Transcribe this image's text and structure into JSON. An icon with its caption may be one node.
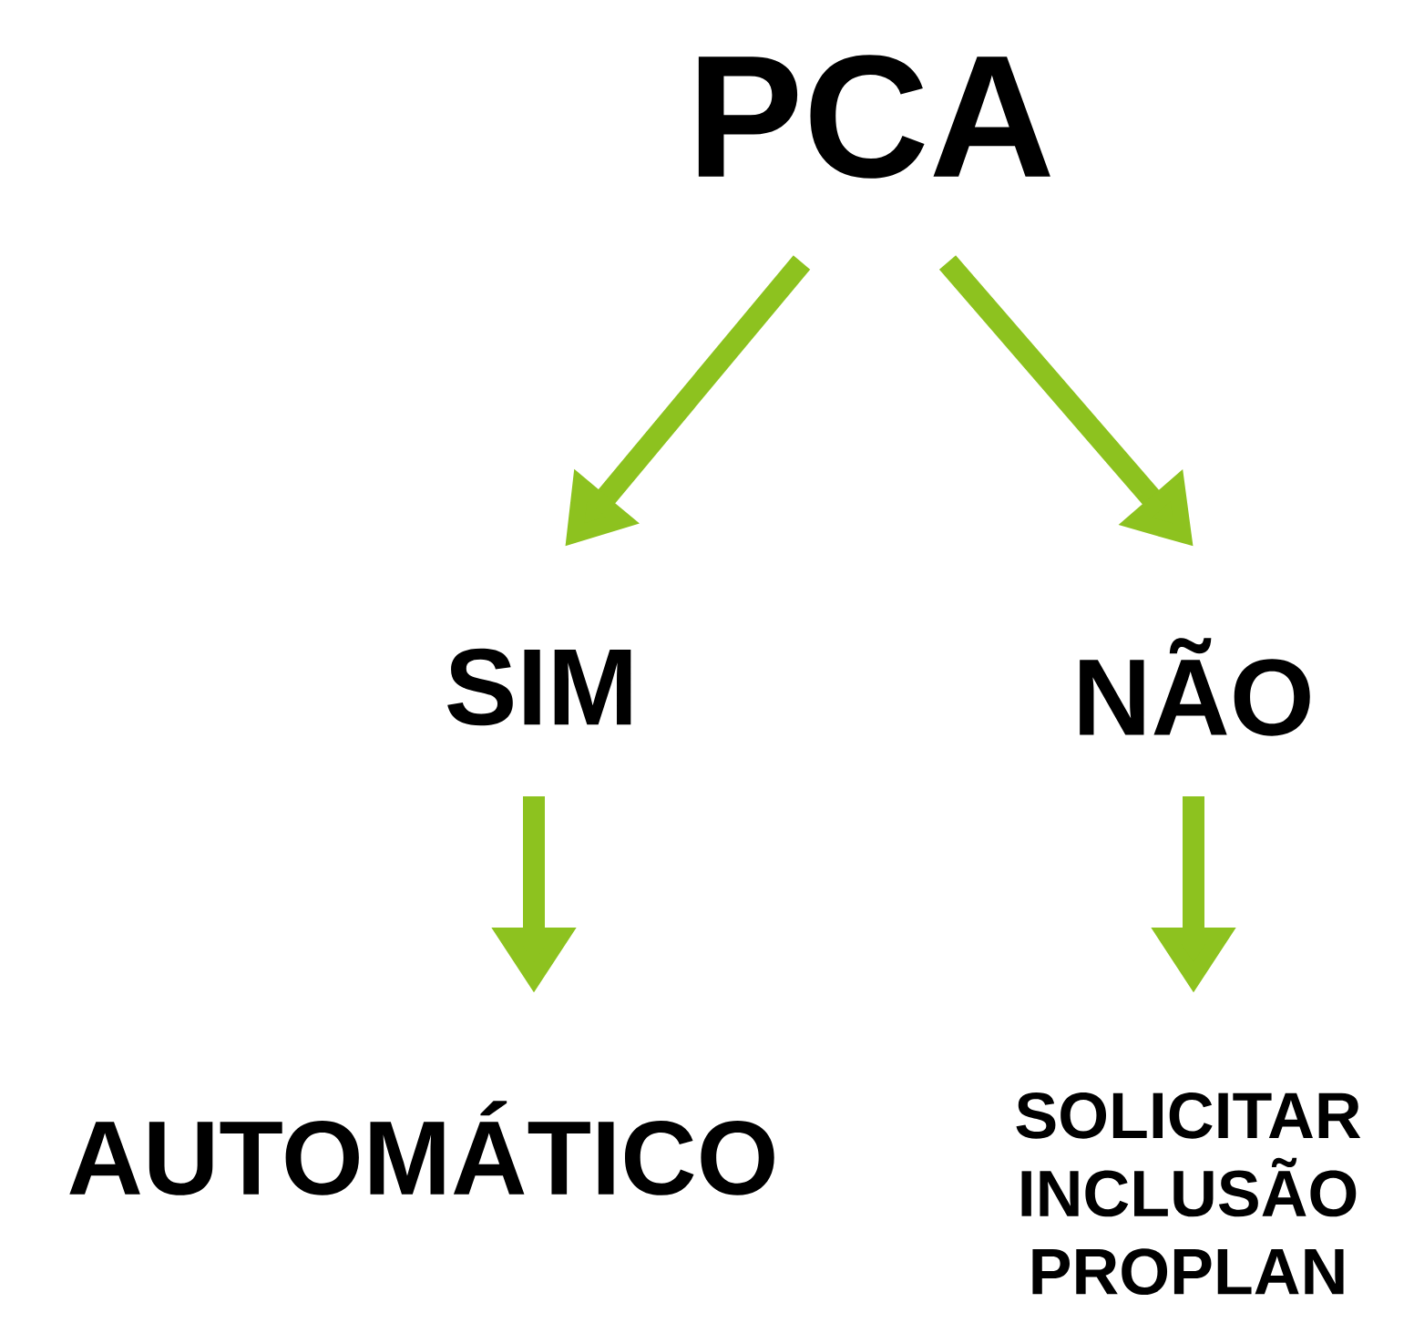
{
  "diagram": {
    "nodes": [
      {
        "text": [
          "PCA"
        ]
      },
      {
        "text": [
          "SIM"
        ]
      },
      {
        "text": [
          "NÃO"
        ]
      },
      {
        "text": [
          "AUTOMÁTICO"
        ]
      },
      {
        "text": [
          "SOLICITAR INCLUSÃO PROPLAN"
        ]
      }
    ],
    "edges": [
      {
        "from": 0,
        "to": 1,
        "arrow": "to"
      },
      {
        "from": 0,
        "to": 2,
        "arrow": "to"
      },
      {
        "from": 1,
        "to": 3,
        "arrow": "to"
      },
      {
        "from": 2,
        "to": 4,
        "arrow": "to"
      }
    ]
  }
}
